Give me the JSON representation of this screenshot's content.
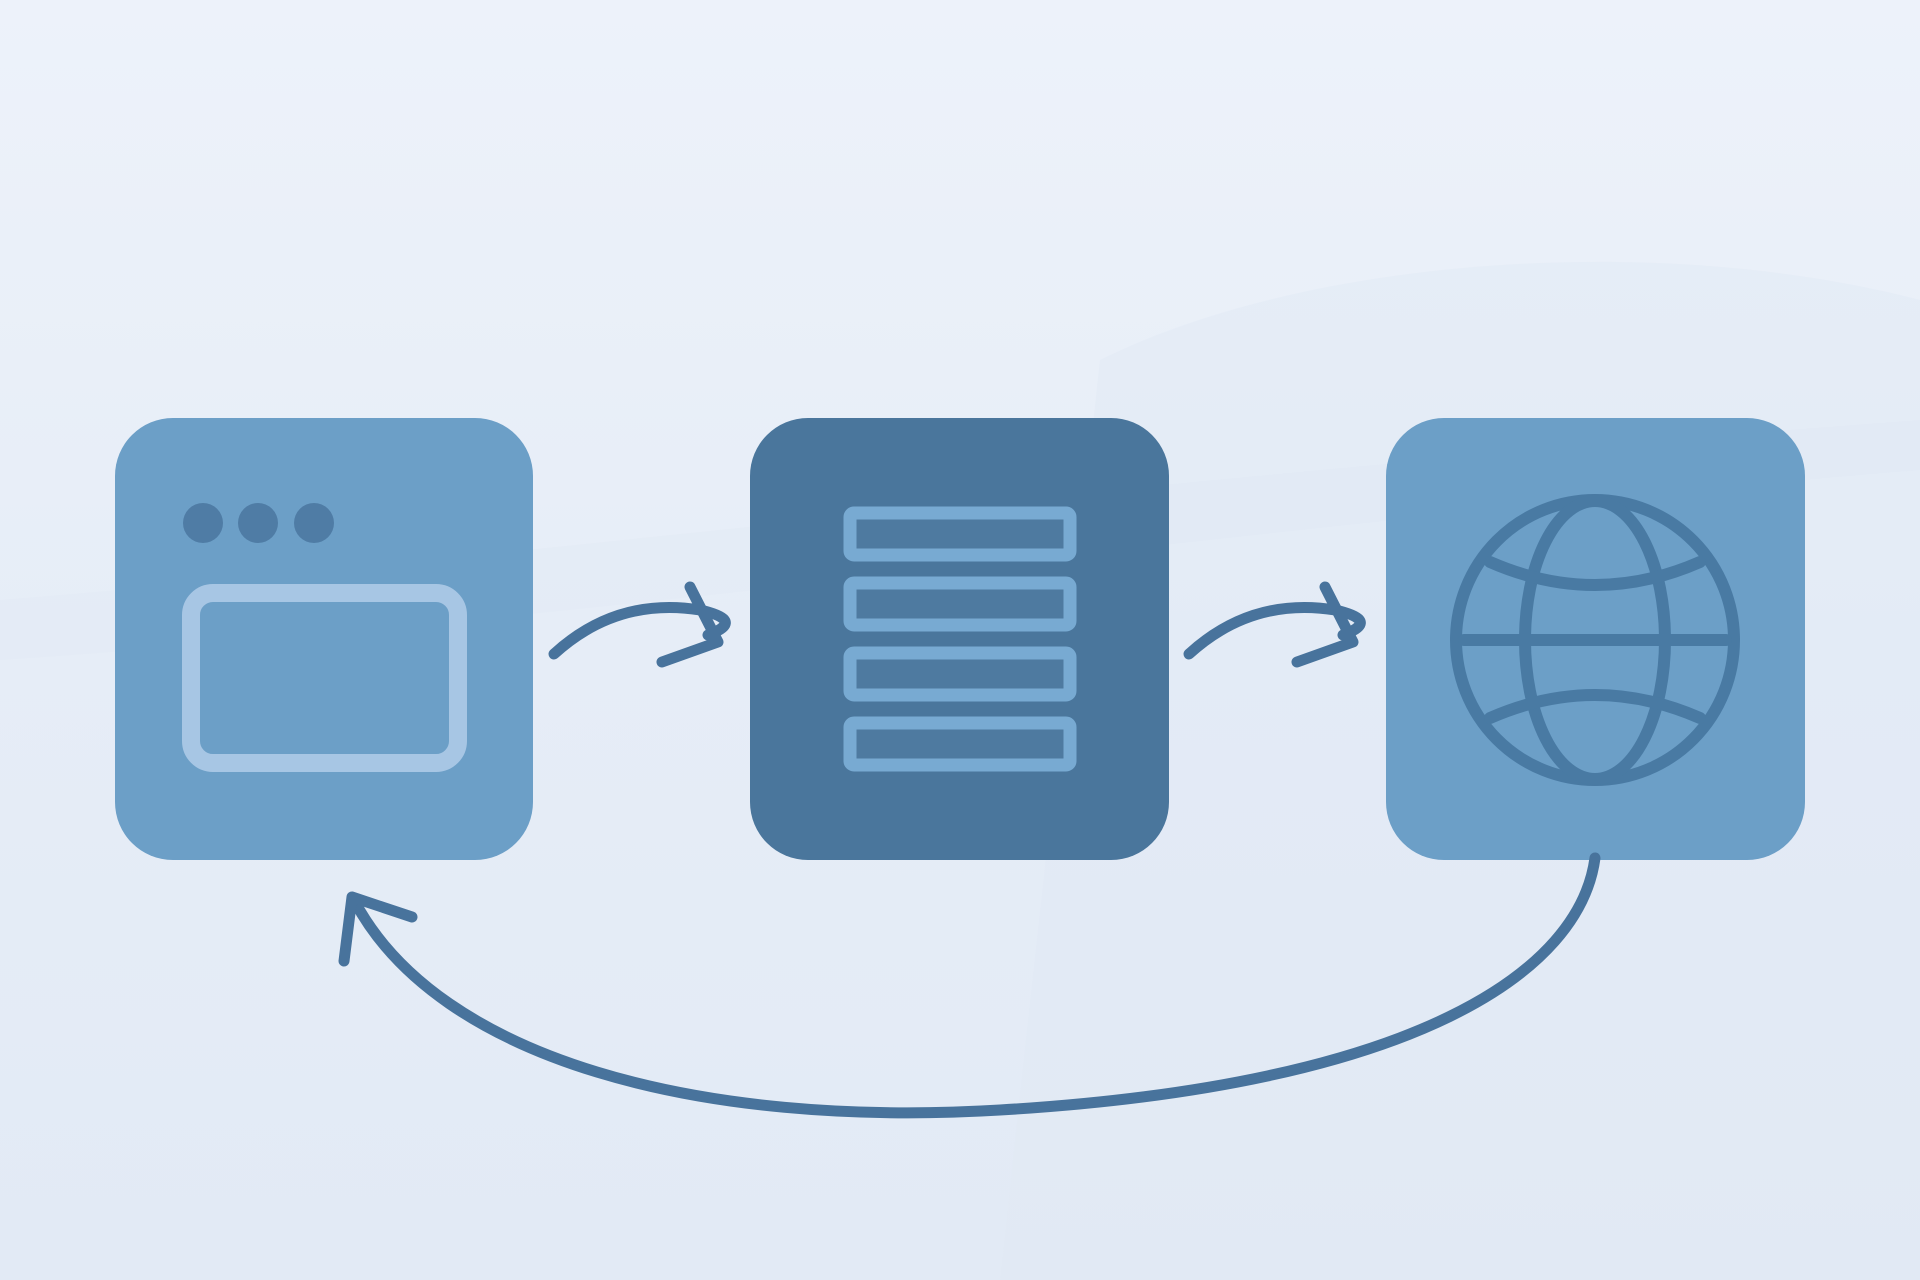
{
  "diagram": {
    "nodes": [
      {
        "id": "browser-window",
        "icon": "browser-window-icon",
        "fill": "#6c9fc7",
        "role": "client"
      },
      {
        "id": "server-stack",
        "icon": "server-stack-icon",
        "fill": "#4a769c",
        "role": "server"
      },
      {
        "id": "globe",
        "icon": "globe-icon",
        "fill": "#6c9fc7",
        "role": "internet"
      }
    ],
    "edges": [
      {
        "from": "browser-window",
        "to": "server-stack",
        "style": "curved-arrow"
      },
      {
        "from": "server-stack",
        "to": "globe",
        "style": "curved-arrow"
      },
      {
        "from": "globe",
        "to": "browser-window",
        "style": "long-return-arrow"
      }
    ]
  },
  "colors": {
    "background": "#e7eef8",
    "light_tile": "#6c9fc7",
    "dark_tile": "#4a769c",
    "arrow": "#48739c",
    "light_stroke": "#a7c6e4",
    "server_bar_stroke": "#78aad2",
    "server_bar_fill": "#4e7aa0",
    "dot": "#4f7ca5",
    "globe_stroke": "#497aa3"
  }
}
